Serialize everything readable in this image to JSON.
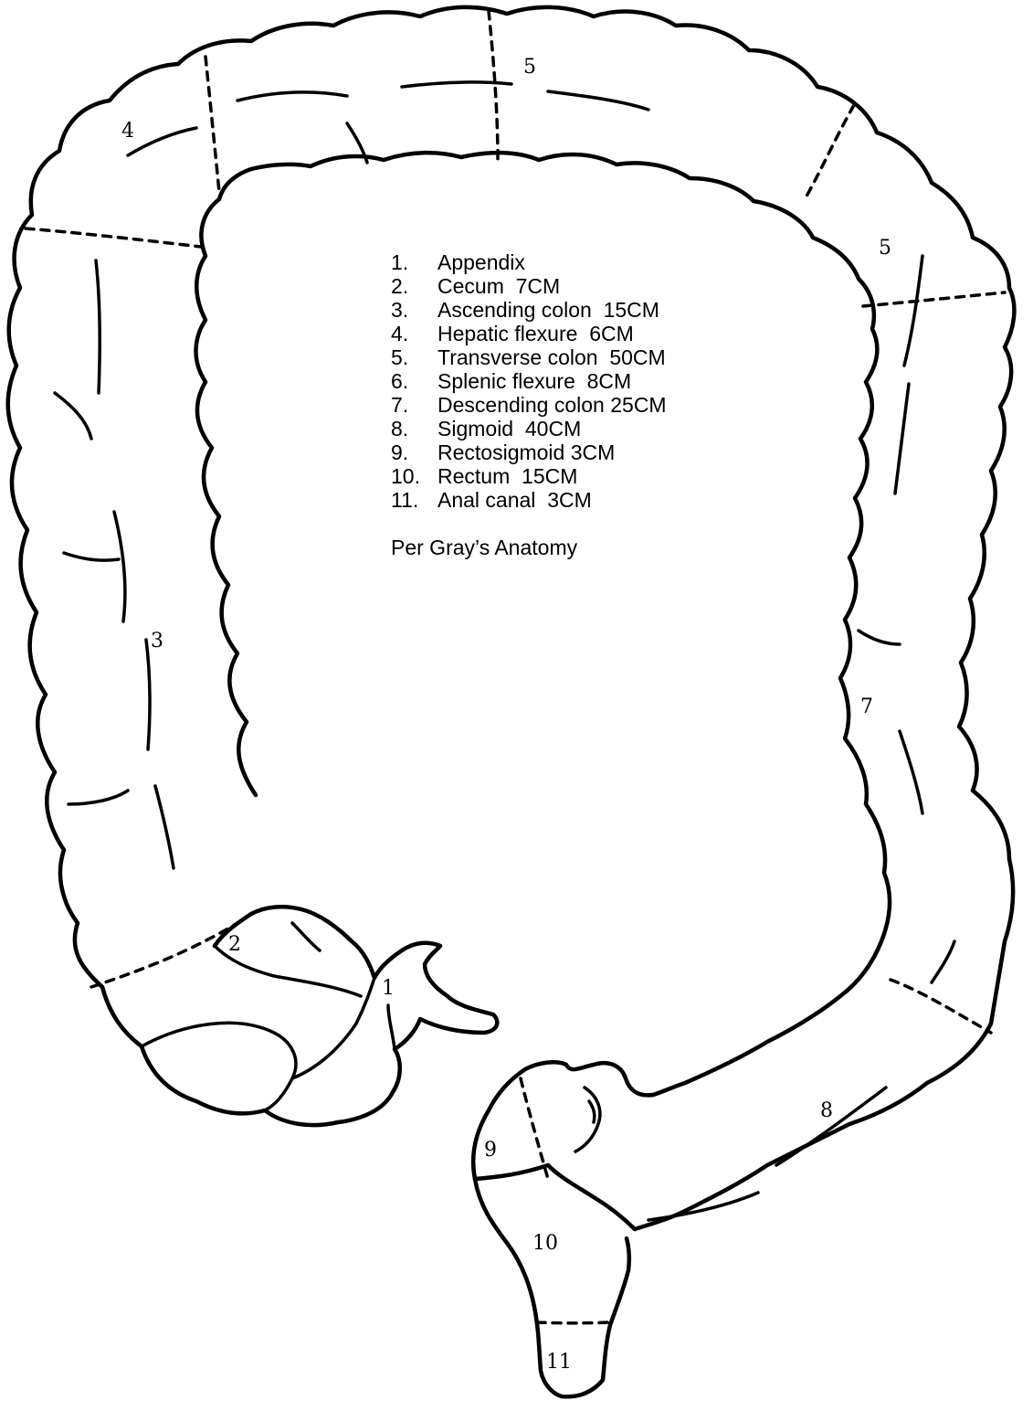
{
  "legend": {
    "items": [
      {
        "num": "1.",
        "text": "Appendix"
      },
      {
        "num": "2.",
        "text": "Cecum  7CM"
      },
      {
        "num": "3.",
        "text": "Ascending colon  15CM"
      },
      {
        "num": "4.",
        "text": "Hepatic flexure  6CM"
      },
      {
        "num": "5.",
        "text": "Transverse colon  50CM"
      },
      {
        "num": "6.",
        "text": "Splenic flexure  8CM"
      },
      {
        "num": "7.",
        "text": "Descending colon 25CM"
      },
      {
        "num": "8.",
        "text": "Sigmoid  40CM"
      },
      {
        "num": "9.",
        "text": "Rectosigmoid 3CM"
      },
      {
        "num": "10.",
        "text": "Rectum  15CM"
      },
      {
        "num": "11.",
        "text": "Anal canal  3CM"
      }
    ],
    "source": "Per Gray’s Anatomy"
  },
  "segment_labels": {
    "appendix": "1",
    "cecum": "2",
    "ascending": "3",
    "hepatic": "4",
    "transverse": "5",
    "splenic": "5",
    "descending": "7",
    "sigmoid": "8",
    "rectosigmoid": "9",
    "rectum": "10",
    "anal": "11"
  }
}
